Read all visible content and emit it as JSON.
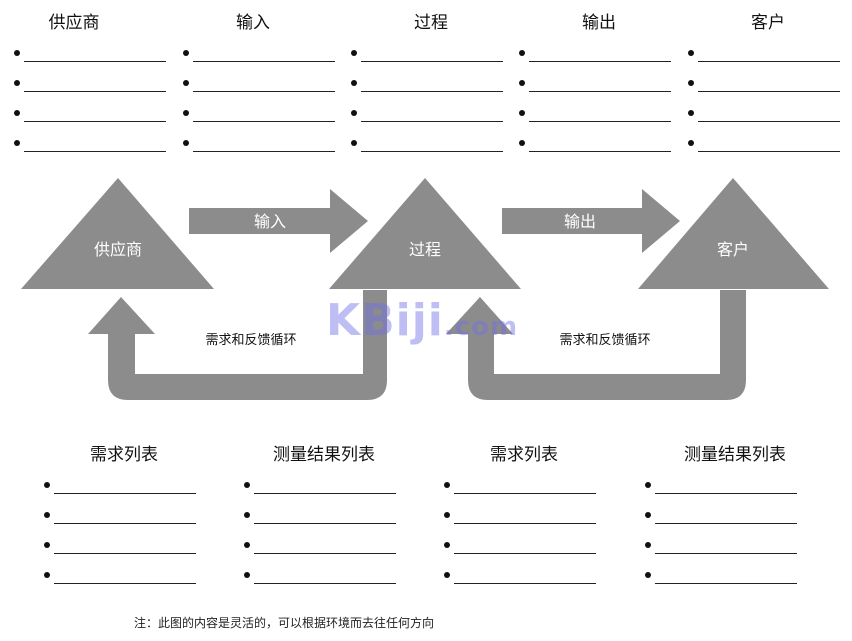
{
  "top_columns": [
    {
      "title": "供应商"
    },
    {
      "title": "输入"
    },
    {
      "title": "过程"
    },
    {
      "title": "输出"
    },
    {
      "title": "客户"
    }
  ],
  "diagram": {
    "nodes": {
      "supplier": "供应商",
      "process": "过程",
      "customer": "客户"
    },
    "arrows": {
      "input": "输入",
      "output": "输出"
    },
    "feedback_left": "需求和反馈循环",
    "feedback_right": "需求和反馈循环",
    "colors": {
      "shape_fill": "#8c8c8c",
      "shape_text": "#ffffff",
      "label_text": "#111111"
    }
  },
  "bottom_columns": [
    {
      "title": "需求列表"
    },
    {
      "title": "测量结果列表"
    },
    {
      "title": "需求列表"
    },
    {
      "title": "测量结果列表"
    }
  ],
  "watermark": {
    "main": "KBiji",
    "suffix": ".com"
  },
  "note": "注：此图的内容是灵活的，可以根据环境而去往任何方向"
}
